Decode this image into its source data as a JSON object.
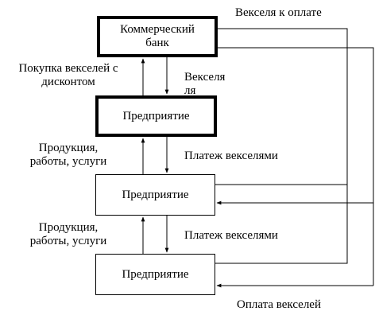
{
  "diagram": {
    "nodes": {
      "bank": "Коммерческий банк",
      "enterprise_1": "Предприятие",
      "enterprise_2": "Предприятие",
      "enterprise_3": "Предприятие"
    },
    "labels": {
      "bills_to_pay": "Векселя к оплате",
      "buy_bills_discount": "Покупка векселей с дисконтом",
      "bills_mid": "Векселя ля",
      "products_services_1": "Продукция, работы, услуги",
      "payment_bills_1": "Платеж векселями",
      "products_services_2": "Продукция, работы, услуги",
      "payment_bills_2": "Платеж векселями",
      "bills_repayment": "Оплата векселей"
    }
  }
}
